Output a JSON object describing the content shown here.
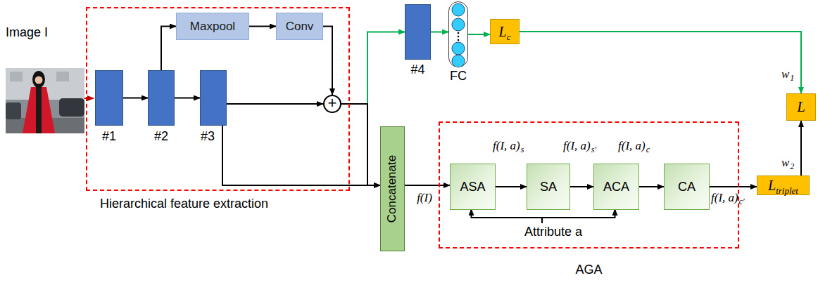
{
  "diagram": {
    "nodes": [
      {
        "text": [
          "Hierarchical feature extraction"
        ]
      },
      {
        "text": [
          "#1"
        ],
        "in": 0
      },
      {
        "text": [
          "#2"
        ],
        "in": 0
      },
      {
        "text": [
          "#3"
        ],
        "in": 0
      },
      {
        "text": [
          "Maxpool"
        ],
        "in": 0
      },
      {
        "text": [
          "Conv"
        ],
        "in": 0
      },
      {
        "text": [
          "+"
        ],
        "in": 0
      },
      {
        "text": [
          "#4"
        ]
      },
      {
        "text": [
          "FC"
        ]
      },
      {
        "text": [
          "L",
          "c"
        ]
      },
      {
        "text": [
          "Concatenate"
        ]
      },
      {
        "text": [
          "AGA"
        ]
      },
      {
        "text": [
          "ASA"
        ],
        "in": 11
      },
      {
        "text": [
          "SA"
        ],
        "in": 11
      },
      {
        "text": [
          "ACA"
        ],
        "in": 11
      },
      {
        "text": [
          "CA"
        ],
        "in": 11
      },
      {
        "text": [
          "L",
          "triplet"
        ]
      },
      {
        "text": [
          "L"
        ]
      }
    ],
    "edges": [
      {
        "from": 1,
        "to": 2,
        "arrow": "to"
      },
      {
        "from": 2,
        "to": 3,
        "arrow": "to"
      },
      {
        "from": 2,
        "to": 4,
        "arrow": "to"
      },
      {
        "from": 4,
        "to": 5,
        "arrow": "to"
      },
      {
        "from": 5,
        "to": 6,
        "arrow": "to"
      },
      {
        "from": 3,
        "to": 6,
        "arrow": "to"
      },
      {
        "from": 6,
        "to": 7,
        "arrow": "to"
      },
      {
        "from": 7,
        "to": 8,
        "arrow": "to"
      },
      {
        "from": 8,
        "to": 9,
        "arrow": "to"
      },
      {
        "from": 9,
        "to": 17,
        "arrow": "to"
      },
      {
        "from": 6,
        "to": 10,
        "arrow": "to"
      },
      {
        "from": 3,
        "to": 10,
        "arrow": "to"
      },
      {
        "from": 10,
        "to": 12,
        "label": "f(I)",
        "arrow": "to"
      },
      {
        "from": 12,
        "to": 13,
        "arrow": "to"
      },
      {
        "from": 13,
        "to": 14,
        "arrow": "to"
      },
      {
        "from": 14,
        "to": 15,
        "arrow": "to"
      },
      {
        "from": 15,
        "to": 16,
        "arrow": "to"
      },
      {
        "from": 16,
        "to": 17,
        "arrow": "to"
      }
    ],
    "labels": [
      "Image I",
      "f(I, a)",
      "s",
      "f(I, a)",
      "s′",
      "f(I, a)",
      "c",
      "f(I, a)",
      "c′",
      "Attribute a",
      "w",
      "1",
      "w",
      "2"
    ]
  }
}
